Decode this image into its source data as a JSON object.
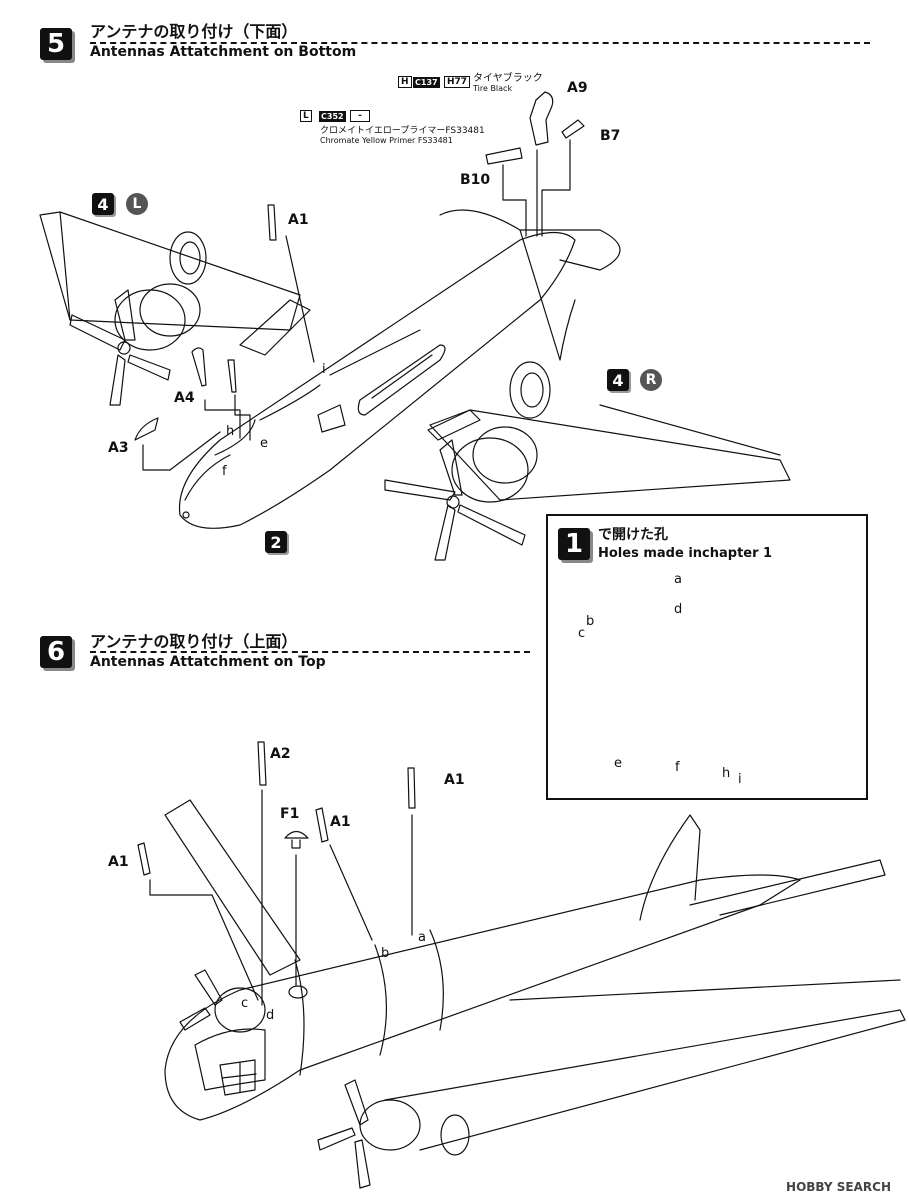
{
  "step5": {
    "number": "5",
    "title_jp": "アンテナの取り付け（下面）",
    "title_en": "Antennas Attatchment on Bottom"
  },
  "step6": {
    "number": "6",
    "title_jp": "アンテナの取り付け（上面）",
    "title_en": "Antennas Attatchment on Top"
  },
  "paint_tire": {
    "letter": "H",
    "code1": "C137",
    "code2": "H77",
    "name_jp": "タイヤブラック",
    "name_en": "Tire Black"
  },
  "paint_primer": {
    "letter": "L",
    "code1": "C352",
    "code2": "-",
    "name_jp": "クロメイトイエロープライマーFS33481",
    "name_en": "Chromate Yellow Primer FS33481"
  },
  "parts": {
    "A9": "A9",
    "B7": "B7",
    "B10": "B10",
    "A1": "A1",
    "A2": "A2",
    "A3": "A3",
    "A4": "A4",
    "F1": "F1"
  },
  "refs": {
    "left_num": "4",
    "left_side": "L",
    "right_num": "4",
    "right_side": "R",
    "fuselage": "2"
  },
  "hole_points": {
    "a": "a",
    "b": "b",
    "c": "c",
    "d": "d",
    "e": "e",
    "f": "f",
    "h": "h",
    "i": "i"
  },
  "inset": {
    "number": "1",
    "title_jp": "で開けた孔",
    "title_en": "Holes made inchapter 1"
  },
  "watermark": "HOBBY SEARCH"
}
